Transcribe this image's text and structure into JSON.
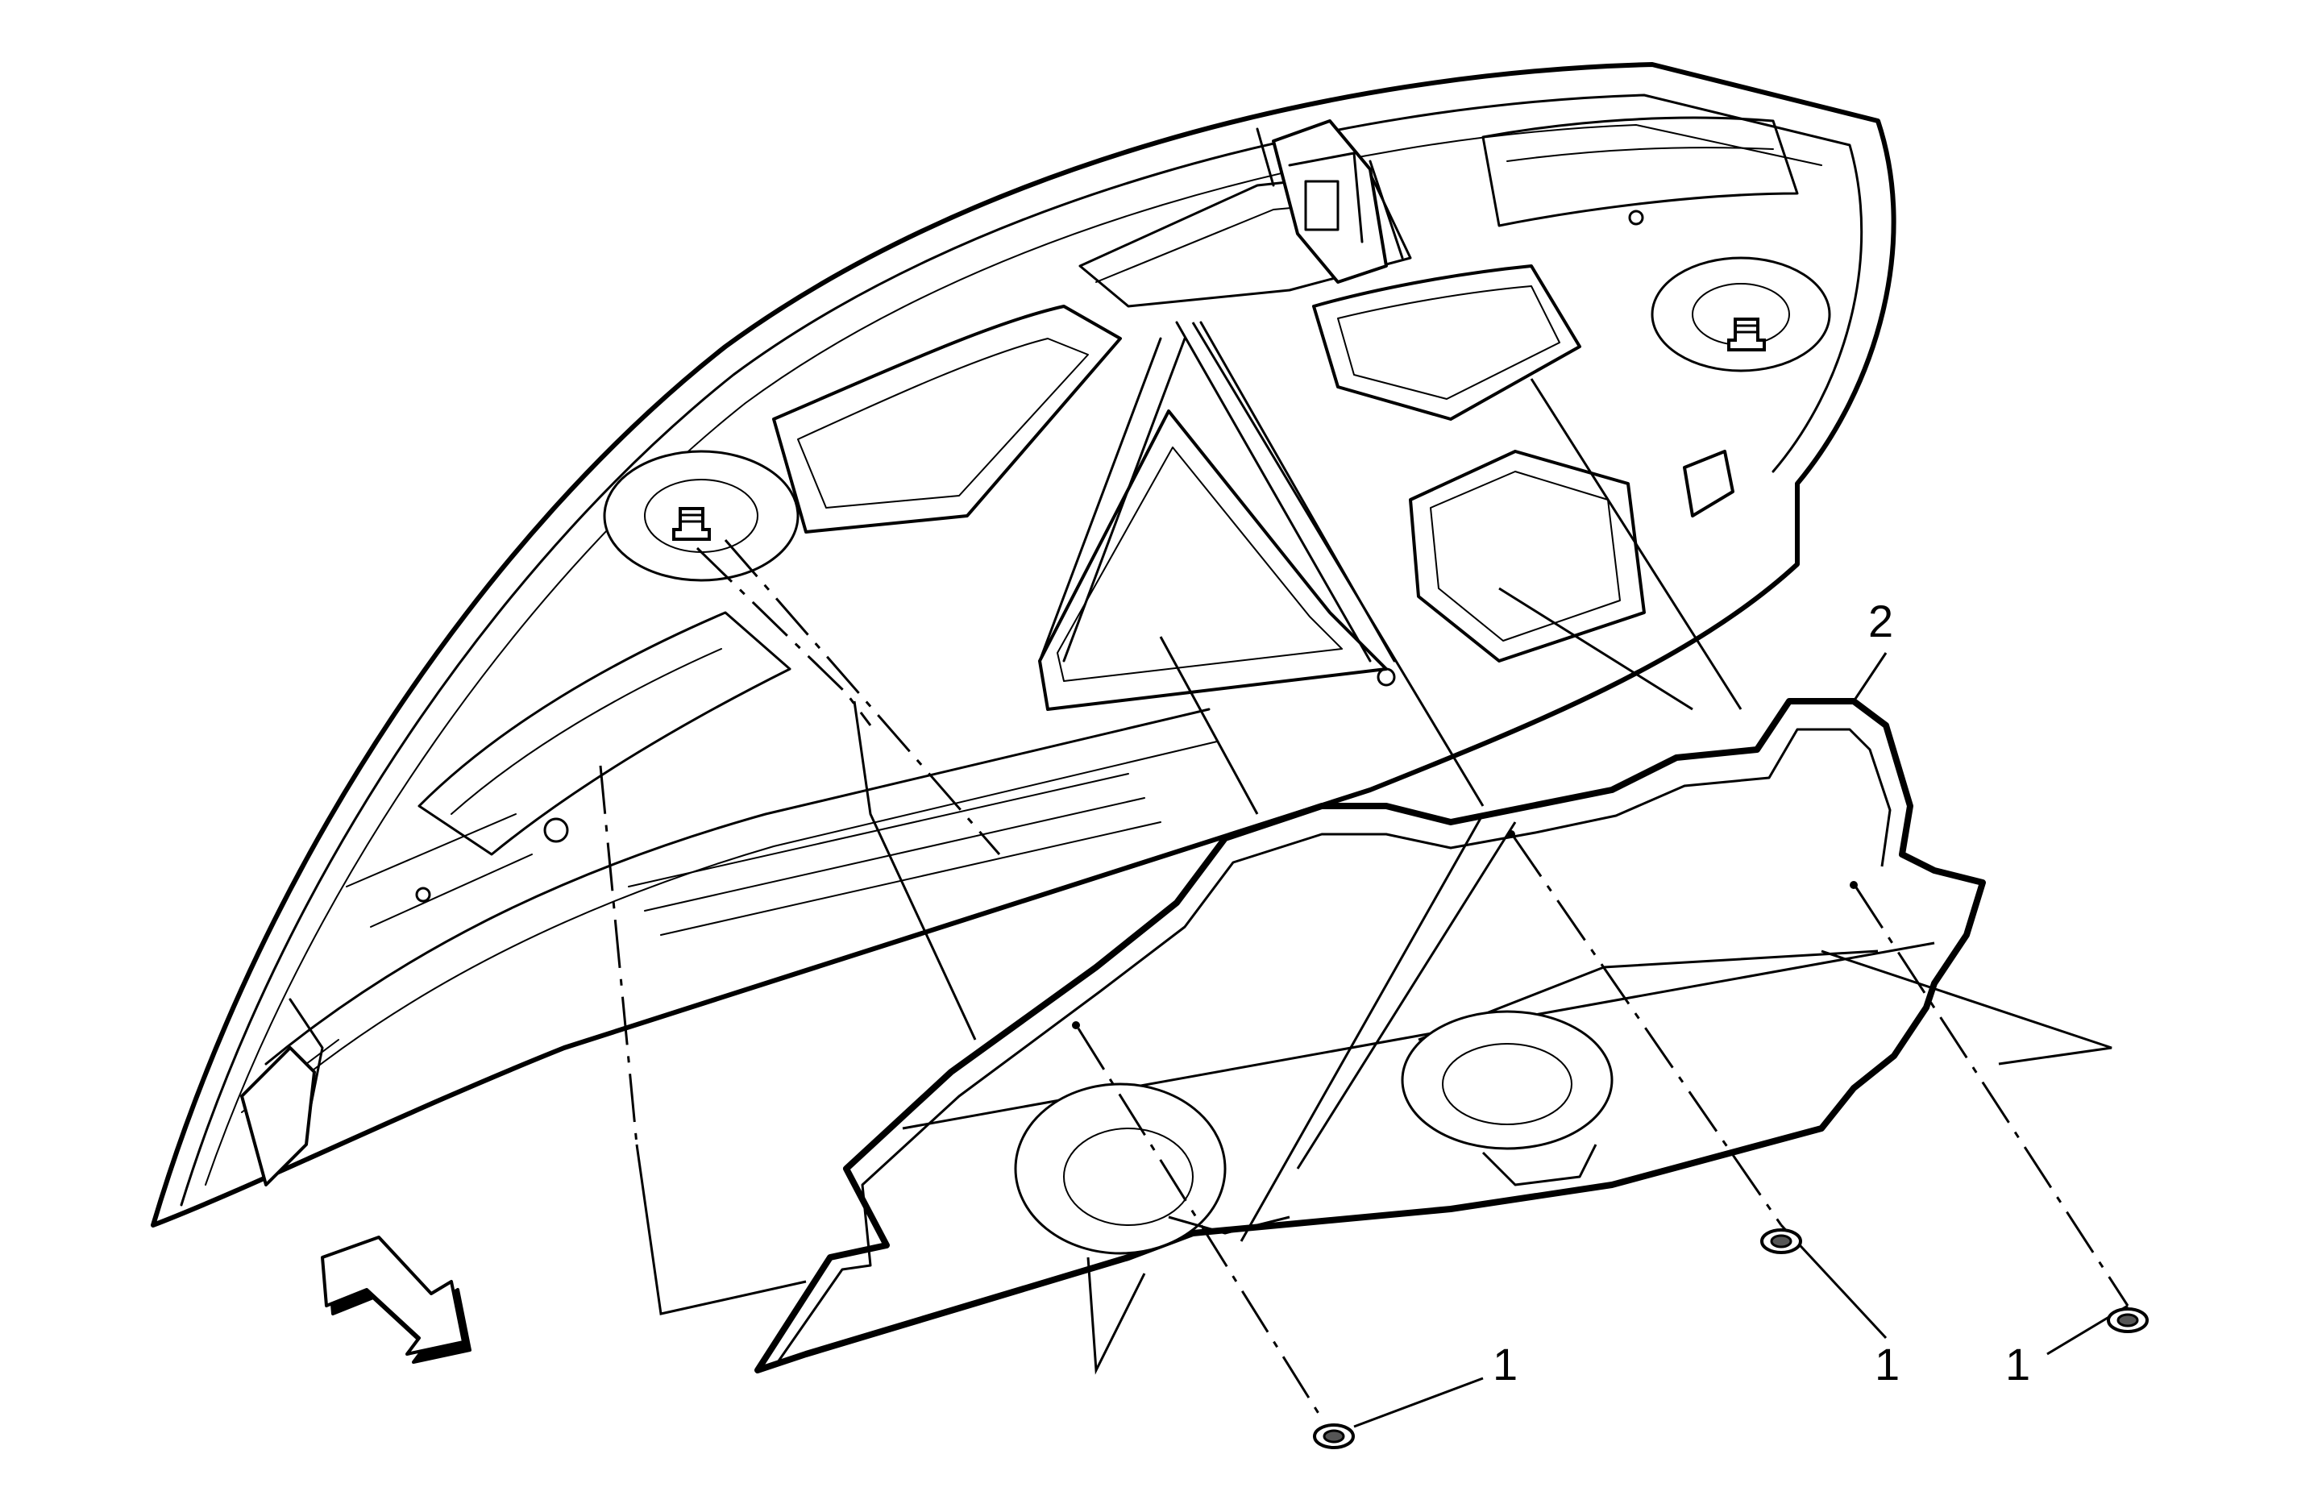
{
  "colors": {
    "ink": "#000000",
    "paper": "#ffffff"
  },
  "callouts": [
    {
      "id": "fastener-1a",
      "label": "1"
    },
    {
      "id": "fastener-1b",
      "label": "1"
    },
    {
      "id": "fastener-1c",
      "label": "1"
    },
    {
      "id": "insulator",
      "label": "2"
    }
  ],
  "icons": {
    "direction_arrow": "front-direction-arrow-icon",
    "push_pin": "push-pin-retainer-icon"
  }
}
